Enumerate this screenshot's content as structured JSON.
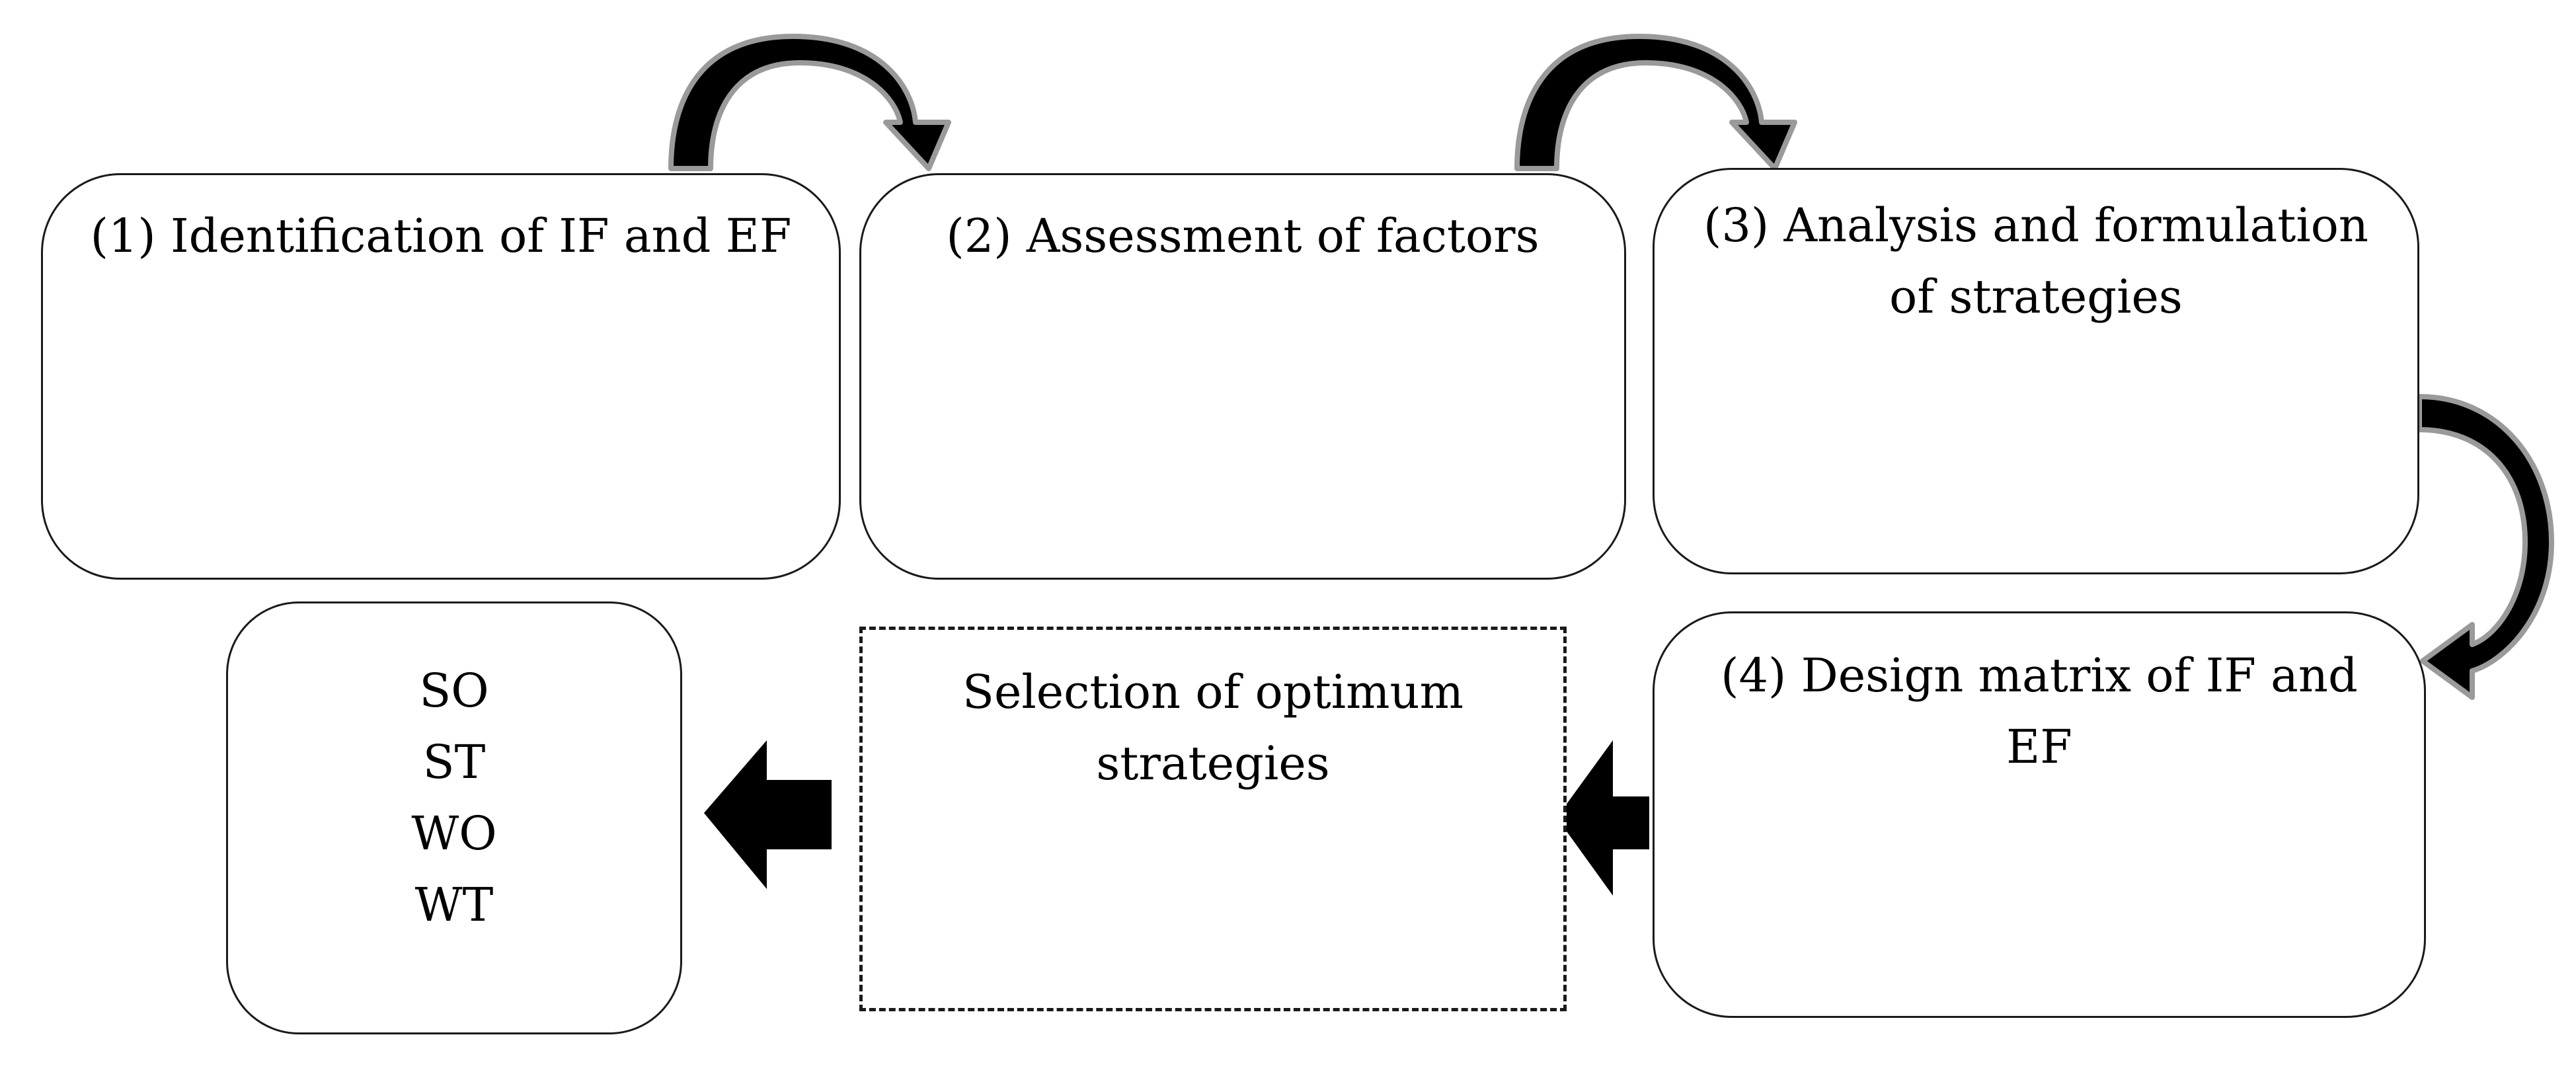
{
  "steps": {
    "step1": {
      "lines": [
        "(1) Identification of IF and EF"
      ]
    },
    "step2": {
      "lines": [
        "(2) Assessment of factors"
      ]
    },
    "step3": {
      "lines": [
        "(3) Analysis and formulation",
        "of strategies"
      ]
    },
    "step4": {
      "lines": [
        "(4) Design matrix of IF and",
        "EF"
      ]
    },
    "selection": {
      "lines": [
        "Selection of optimum",
        "strategies"
      ]
    },
    "strategies": {
      "lines": [
        "SO",
        "ST",
        "WO",
        "WT"
      ]
    }
  },
  "colors": {
    "arrow_fill": "#000000",
    "arrow_outline": "#9a9a9a",
    "box_border": "#1a1a1a"
  }
}
